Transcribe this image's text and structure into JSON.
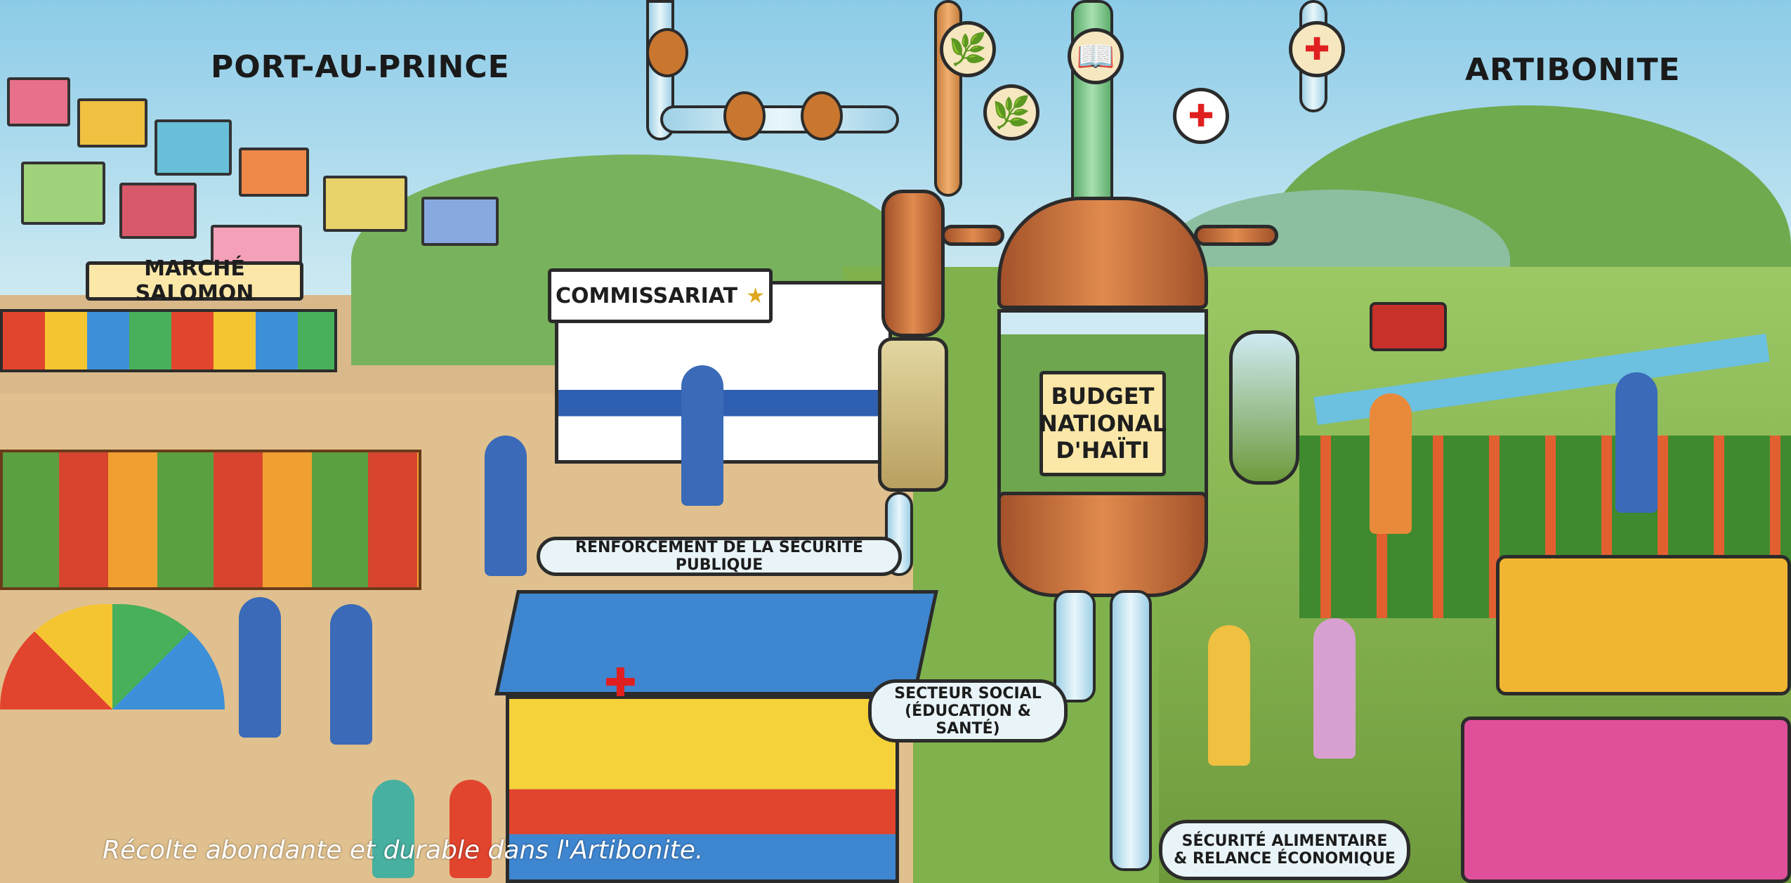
{
  "regions": {
    "left": "PORT-AU-PRINCE",
    "right": "ARTIBONITE"
  },
  "signs": {
    "market": "MARCHÉ SALOMON",
    "police": "COMMISSARIAT"
  },
  "tank": {
    "label_line1": "BUDGET",
    "label_line2": "NATIONAL",
    "label_line3": "D'HAÏTI"
  },
  "flows": {
    "security": "RENFORCEMENT DE LA SÉCURITÉ PUBLIQUE",
    "social_line1": "SECTEUR SOCIAL",
    "social_line2": "(ÉDUCATION & SANTÉ)",
    "food_line1": "SÉCURITÉ ALIMENTAIRE",
    "food_line2": "& RELANCE ÉCONOMIQUE"
  },
  "caption": "Récolte abondante et durable dans l'Artibonite.",
  "icons": [
    "gourd-icon",
    "leaf-icon",
    "book-icon",
    "medical-kit-icon",
    "red-cross-icon",
    "star-badge-icon"
  ],
  "colors": {
    "copper": "#c46a35",
    "sky": "#8ccbe8",
    "field": "#7fb24c"
  }
}
